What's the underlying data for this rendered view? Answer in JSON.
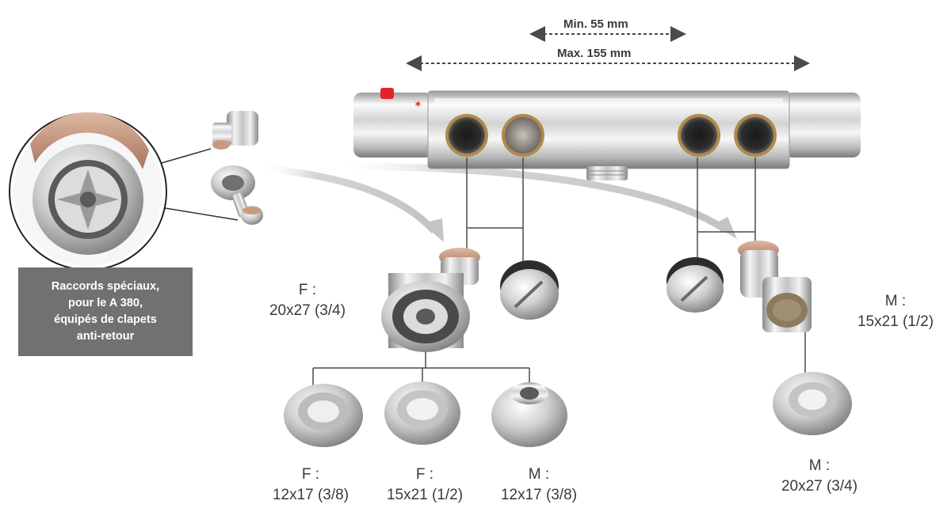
{
  "dimensions": {
    "min_label": "Min. 55 mm",
    "max_label": "Max. 155 mm"
  },
  "caption": {
    "lines": [
      "Raccords spéciaux,",
      "pour le A 380,",
      "équipés de clapets",
      "anti-retour"
    ]
  },
  "labels": {
    "f_20x27": {
      "type": "F :",
      "size": "20x27 (3/4)"
    },
    "m_15x21": {
      "type": "M :",
      "size": "15x21 (1/2)"
    },
    "f_12x17": {
      "type": "F :",
      "size": "12x17 (3/8)"
    },
    "f_15x21": {
      "type": "F :",
      "size": "15x21 (1/2)"
    },
    "m_12x17": {
      "type": "M :",
      "size": "12x17 (3/8)"
    },
    "m_20x27": {
      "type": "M :",
      "size": "20x27 (3/4)"
    }
  },
  "colors": {
    "chrome_light": "#f4f4f4",
    "chrome_mid": "#c9c9c9",
    "chrome_dark": "#8d8d8d",
    "caption_bg": "#717171",
    "text": "#3a3a3a",
    "button_red": "#e2232a",
    "brass": "#b08a4a",
    "seal": "#c99a80",
    "arrow_grey": "#c9c9c9"
  }
}
